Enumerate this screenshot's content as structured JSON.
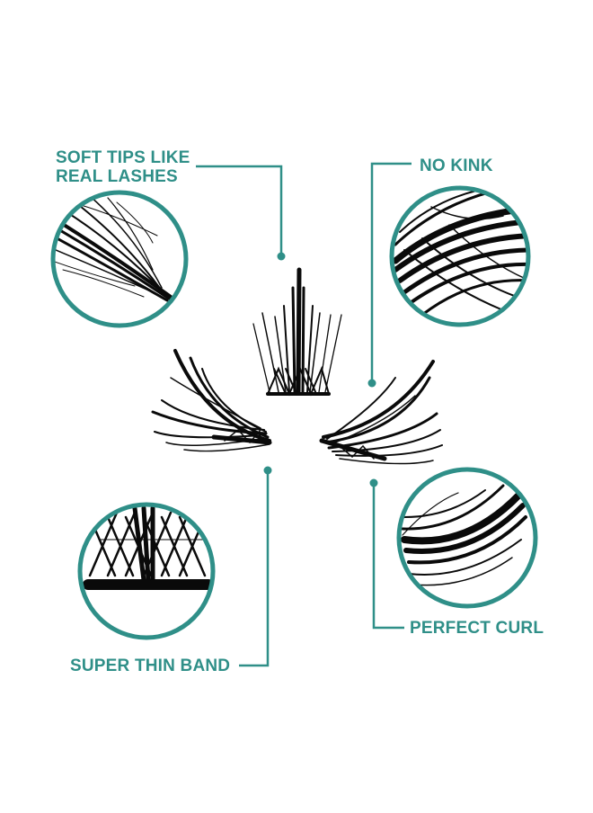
{
  "colors": {
    "accent": "#2f8f88",
    "ink": "#0a0a0a",
    "background": "#ffffff"
  },
  "labels": {
    "soft_tips_line1": "SOFT TIPS LIKE",
    "soft_tips_line2": "REAL LASHES",
    "no_kink": "NO KINK",
    "perfect_curl": "PERFECT CURL",
    "super_thin_band": "SUPER THIN BAND"
  }
}
